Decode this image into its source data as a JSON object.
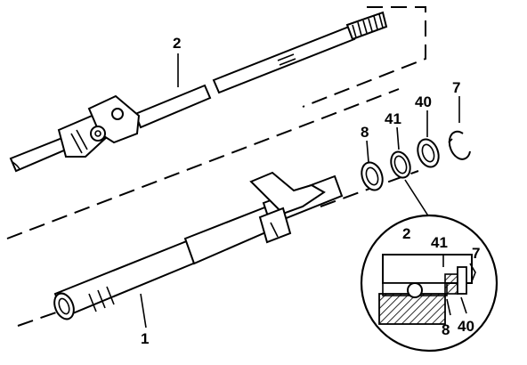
{
  "callouts": {
    "shaft_upper": "2",
    "shaft_lower": "1",
    "washer": "8",
    "ring_41": "41",
    "ring_40": "40",
    "circlip": "7"
  },
  "detail": {
    "label_shaft": "2",
    "label_ring_41": "41",
    "label_circlip": "7",
    "label_washer": "8",
    "label_ring_40": "40"
  }
}
